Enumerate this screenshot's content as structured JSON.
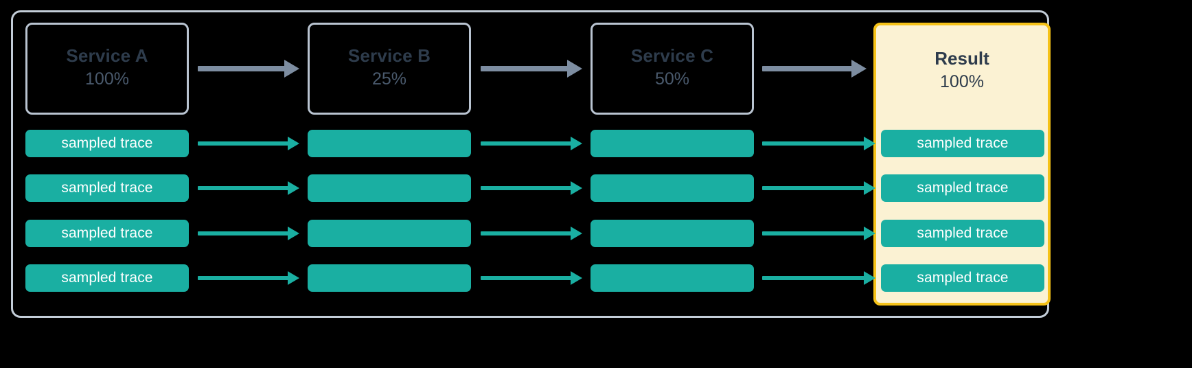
{
  "diagram": {
    "title": "Tail sampling trace propagation",
    "colors": {
      "background": "#000000",
      "frame_border": "#c3cdd8",
      "service_border": "#b9c4d1",
      "service_text": "#2e3c4c",
      "service_pct_text": "#4a5a6d",
      "result_border": "#f5c218",
      "result_background": "#fbf2d3",
      "trace_pill": "#1aafa2",
      "trace_pill_text": "#ffffff",
      "service_arrow": "#7d8da1",
      "trace_arrow": "#1aafa2"
    },
    "columns": [
      {
        "id": "service-a",
        "name": "Service A",
        "percent": "100%",
        "highlighted": false
      },
      {
        "id": "service-b",
        "name": "Service B",
        "percent": "25%",
        "highlighted": false
      },
      {
        "id": "service-c",
        "name": "Service C",
        "percent": "50%",
        "highlighted": false
      },
      {
        "id": "result",
        "name": "Result",
        "percent": "100%",
        "highlighted": true
      }
    ],
    "trace_rows": [
      {
        "index": 1,
        "cells": [
          {
            "column": "service-a",
            "label": "sampled trace"
          },
          {
            "column": "service-b",
            "label": ""
          },
          {
            "column": "service-c",
            "label": ""
          },
          {
            "column": "result",
            "label": "sampled trace"
          }
        ]
      },
      {
        "index": 2,
        "cells": [
          {
            "column": "service-a",
            "label": "sampled trace"
          },
          {
            "column": "service-b",
            "label": ""
          },
          {
            "column": "service-c",
            "label": ""
          },
          {
            "column": "result",
            "label": "sampled trace"
          }
        ]
      },
      {
        "index": 3,
        "cells": [
          {
            "column": "service-a",
            "label": "sampled trace"
          },
          {
            "column": "service-b",
            "label": ""
          },
          {
            "column": "service-c",
            "label": ""
          },
          {
            "column": "result",
            "label": "sampled trace"
          }
        ]
      },
      {
        "index": 4,
        "cells": [
          {
            "column": "service-a",
            "label": "sampled trace"
          },
          {
            "column": "service-b",
            "label": ""
          },
          {
            "column": "service-c",
            "label": ""
          },
          {
            "column": "result",
            "label": "sampled trace"
          }
        ]
      }
    ],
    "service_arrows": [
      {
        "from": "service-a",
        "to": "service-b",
        "icon": "arrow-right-icon"
      },
      {
        "from": "service-b",
        "to": "service-c",
        "icon": "arrow-right-icon"
      },
      {
        "from": "service-c",
        "to": "result",
        "icon": "arrow-right-icon"
      }
    ],
    "trace_arrow_icon": "arrow-right-icon"
  }
}
